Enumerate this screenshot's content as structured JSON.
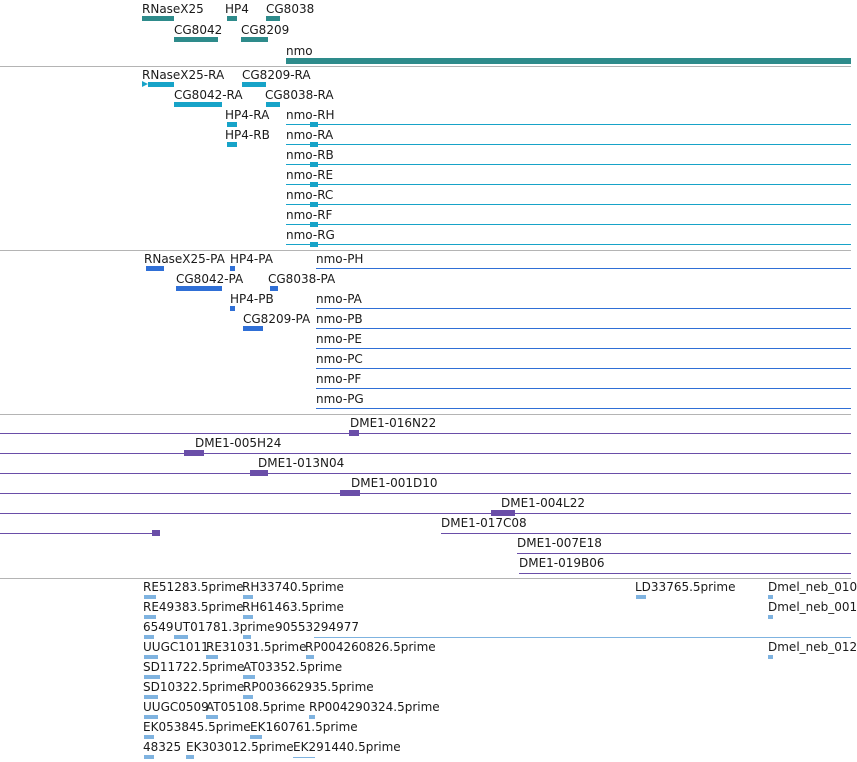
{
  "colors": {
    "gene": "#2e8b8b",
    "transcript": "#17a3c8",
    "protein": "#2f6fd6",
    "clone": "#6a4ea8",
    "est": "#7fb3e0"
  },
  "tracks": {
    "genes": {
      "labels": [
        "RNaseX25",
        "HP4",
        "CG8038",
        "CG8042",
        "CG8209",
        "nmo"
      ]
    },
    "transcripts": {
      "labels": [
        "RNaseX25-RA",
        "CG8209-RA",
        "CG8042-RA",
        "CG8038-RA",
        "HP4-RA",
        "nmo-RH",
        "HP4-RB",
        "nmo-RA",
        "nmo-RB",
        "nmo-RE",
        "nmo-RC",
        "nmo-RF",
        "nmo-RG"
      ]
    },
    "proteins": {
      "labels": [
        "RNaseX25-PA",
        "HP4-PA",
        "nmo-PH",
        "CG8042-PA",
        "CG8038-PA",
        "HP4-PB",
        "nmo-PA",
        "CG8209-PA",
        "nmo-PB",
        "nmo-PE",
        "nmo-PC",
        "nmo-PF",
        "nmo-PG"
      ]
    },
    "clones": {
      "labels": [
        "DME1-016N22",
        "DME1-005H24",
        "DME1-013N04",
        "DME1-001D10",
        "DME1-004L22",
        "DME1-017C08",
        "DME1-007E18",
        "DME1-019B06"
      ]
    },
    "ests": {
      "labels": [
        "RE51283.5prime",
        "RH33740.5prime",
        "LD33765.5prime",
        "Dmel_neb_010",
        "RE49383.5prime",
        "RH61463.5prime",
        "Dmel_neb_001",
        "6549",
        "UT01781.3prime",
        "90553294977",
        "UUGC1011",
        "RE31031.5prime",
        "RP004260826.5prime",
        "Dmel_neb_012",
        "SD11722.5prime",
        "AT03352.5prime",
        "SD10322.5prime",
        "RP003662935.5prime",
        "UUGC0509",
        "AT05108.5prime",
        "RP004290324.5prime",
        "EK053845.5prime",
        "EK160761.5prime",
        "48325",
        "EK303012.5prime",
        "EK291440.5prime"
      ]
    }
  }
}
